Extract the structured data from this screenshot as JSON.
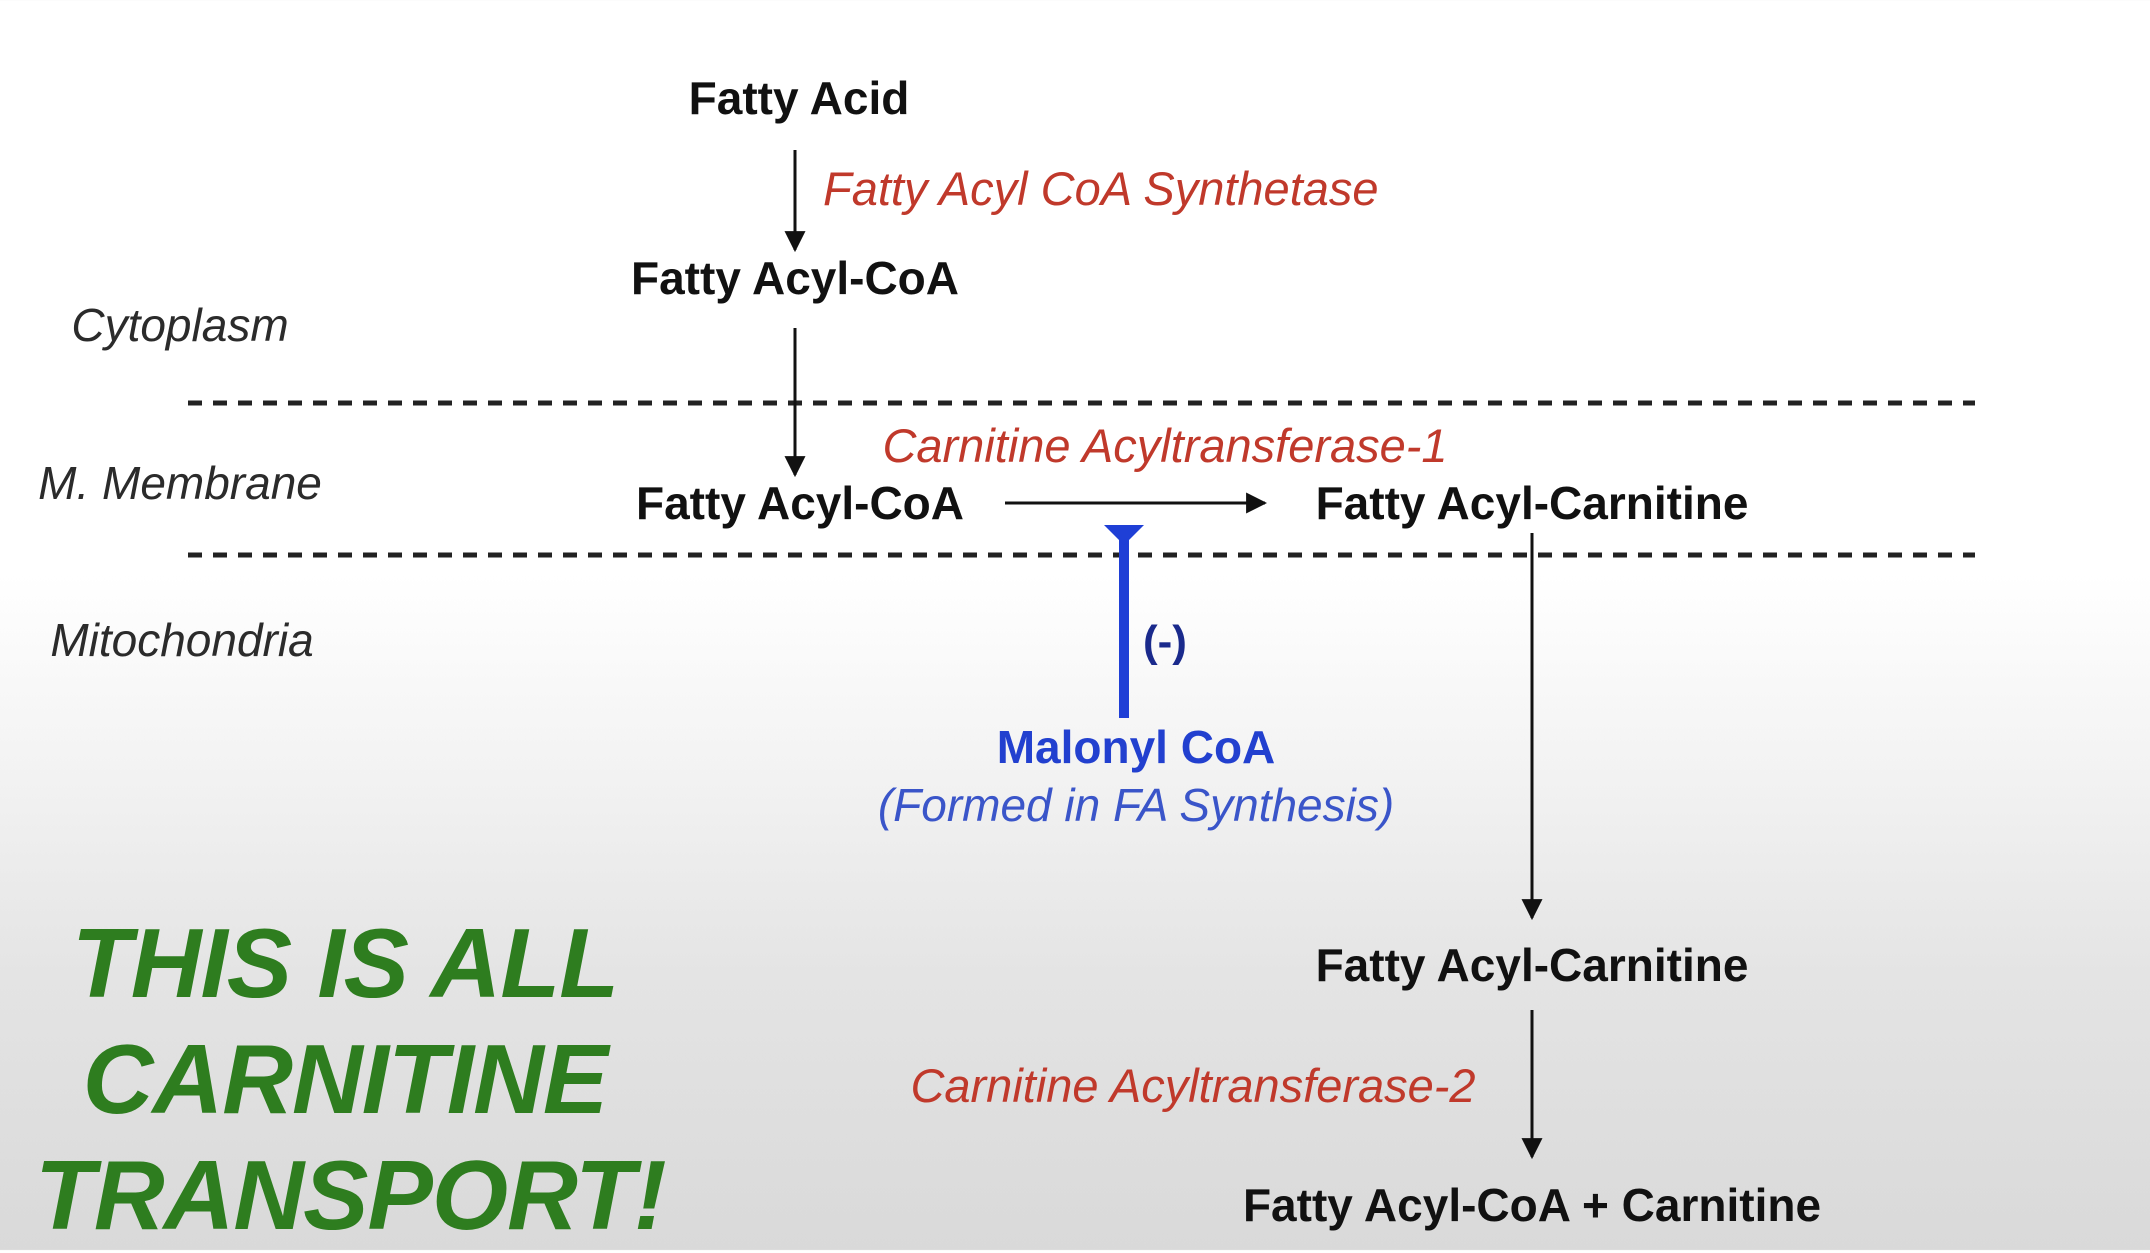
{
  "regions": {
    "cytoplasm": "Cytoplasm",
    "membrane": "M. Membrane",
    "mitochondria": "Mitochondria"
  },
  "nodes": {
    "fatty_acid": "Fatty Acid",
    "fatty_acyl_coa_cyto": "Fatty Acyl-CoA",
    "fatty_acyl_coa_membrane": "Fatty Acyl-CoA",
    "fatty_acyl_carnitine_membrane": "Fatty Acyl-Carnitine",
    "fatty_acyl_carnitine_mito": "Fatty Acyl-Carnitine",
    "product": "Fatty Acyl-CoA + Carnitine"
  },
  "enzymes": {
    "synthetase": "Fatty Acyl CoA Synthetase",
    "cat1": "Carnitine Acyltransferase-1",
    "cat2": "Carnitine Acyltransferase-2"
  },
  "inhibitor": {
    "name": "Malonyl CoA",
    "note": "(Formed in FA Synthesis)",
    "effect": "(-)"
  },
  "callout": "THIS IS ALL CARNITINE TRANSPORT!",
  "colors": {
    "enzyme": "#c0392b",
    "inhibitor": "#1f3fd6",
    "inhibitor_text": "#2240cf",
    "inhibitor_note": "#3a55c9",
    "effect": "#1a2a8c",
    "callout": "#2e7d1f",
    "line": "#111111",
    "divider": "#222222"
  }
}
